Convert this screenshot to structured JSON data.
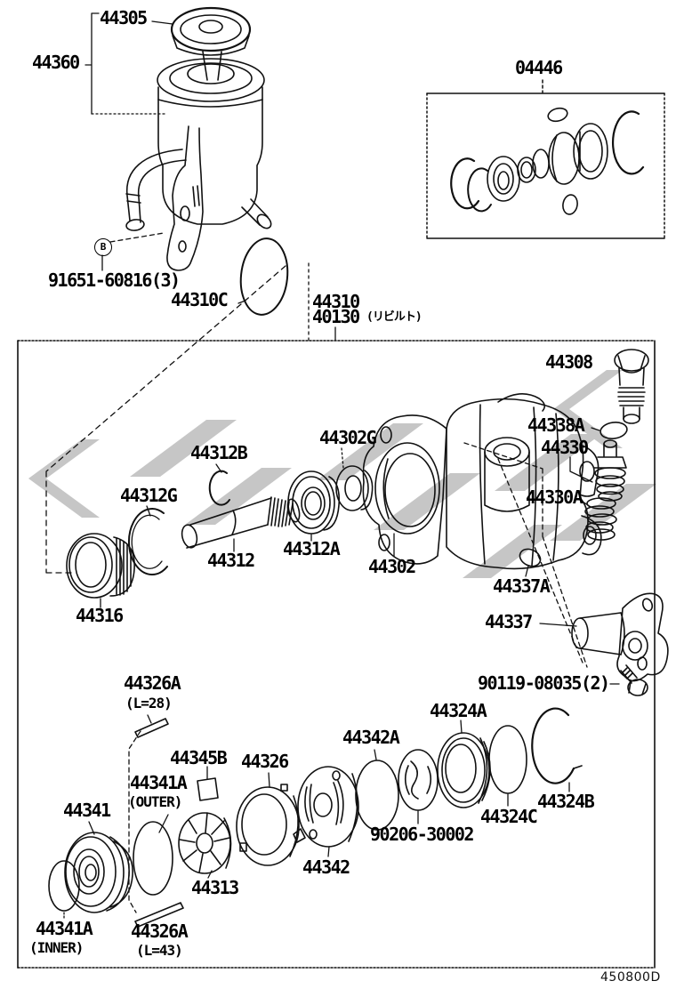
{
  "parts": {
    "p44305": "44305",
    "p44360": "44360",
    "p04446": "04446",
    "p91651": "91651-60816(3)",
    "markerB": "B",
    "p44310C": "44310C",
    "p44310": "44310",
    "p40130": "40130",
    "reman_note": "(リビルト)",
    "p44308": "44308",
    "p44338A": "44338A",
    "p44330": "44330",
    "p44330A": "44330A",
    "p44302G": "44302G",
    "p44312B": "44312B",
    "p44312G": "44312G",
    "p44316": "44316",
    "p44312": "44312",
    "p44312A": "44312A",
    "p44302": "44302",
    "p44337A": "44337A",
    "p44337": "44337",
    "p90119": "90119-08035(2)",
    "p44326A_top": "44326A",
    "len_top": "(L=28)",
    "p44324A": "44324A",
    "p44342A": "44342A",
    "p44345B": "44345B",
    "p44326": "44326",
    "p44341A_outer": "44341A",
    "outer_note": "(OUTER)",
    "p44341": "44341",
    "p90206": "90206-30002",
    "p44324C": "44324C",
    "p44324B": "44324B",
    "p44342": "44342",
    "p44313": "44313",
    "p44341A_inner": "44341A",
    "inner_note": "(INNER)",
    "p44326A_bottom": "44326A",
    "len_bottom": "(L=43)"
  },
  "footer_code": "450800D",
  "colors": {
    "line": "#111111",
    "watermark": "#c6c6c6",
    "background": "#ffffff"
  }
}
